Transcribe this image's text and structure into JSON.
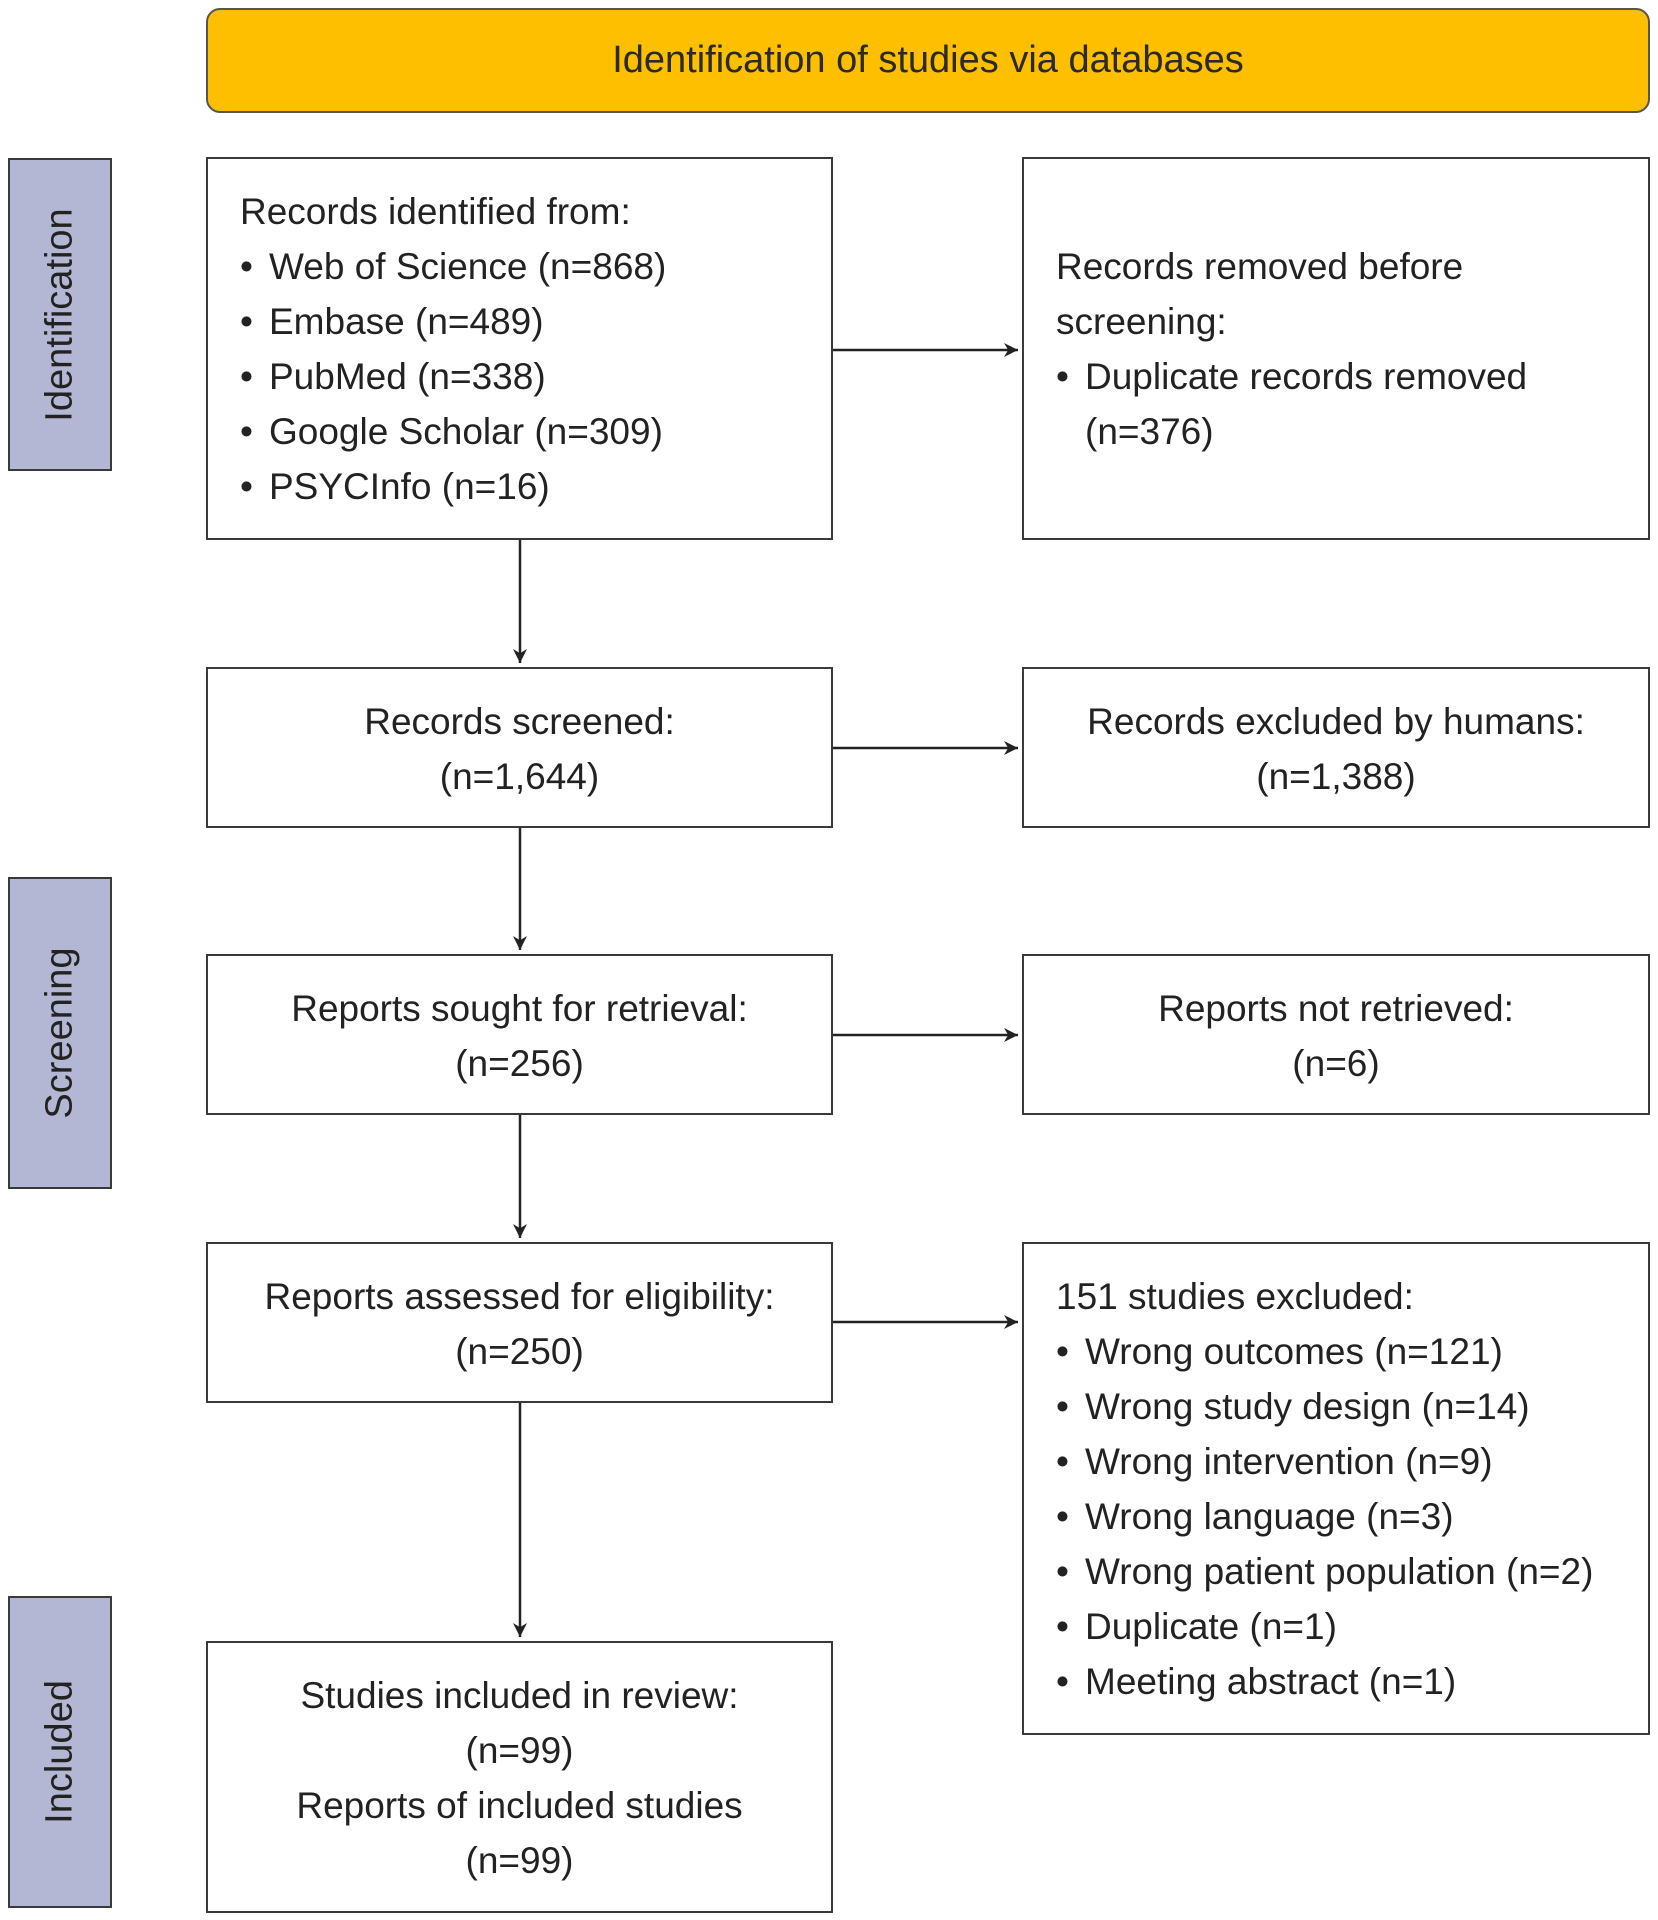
{
  "colors": {
    "banner": "#FDBF00",
    "stage_label": "#B3B7D4",
    "border": "#3a3a3a"
  },
  "header": {
    "title": "Identification of studies via databases"
  },
  "stages": {
    "identification": "Identification",
    "screening": "Screening",
    "included": "Included"
  },
  "identified": {
    "heading": "Records identified from:",
    "sources": [
      "Web of Science (n=868)",
      "Embase (n=489)",
      "PubMed (n=338)",
      "Google Scholar (n=309)",
      "PSYCInfo (n=16)"
    ]
  },
  "removed": {
    "line1": "Records removed before",
    "line2": "screening:",
    "bullet": "Duplicate records removed",
    "count": "(n=376)"
  },
  "screened": {
    "label": "Records screened:",
    "count": "(n=1,644)"
  },
  "excluded_humans": {
    "label": "Records excluded by humans:",
    "count": "(n=1,388)"
  },
  "sought": {
    "label": "Reports sought for retrieval:",
    "count": "(n=256)"
  },
  "not_retrieved": {
    "label": "Reports not retrieved:",
    "count": "(n=6)"
  },
  "assessed": {
    "label": "Reports assessed for eligibility:",
    "count": "(n=250)"
  },
  "studies_excluded": {
    "heading": "151 studies excluded:",
    "reasons": [
      "Wrong outcomes (n=121)",
      "Wrong study design (n=14)",
      "Wrong intervention (n=9)",
      "Wrong language (n=3)",
      "Wrong patient population (n=2)",
      "Duplicate (n=1)",
      "Meeting abstract (n=1)"
    ]
  },
  "included": {
    "studies_label": "Studies included in review:",
    "studies_count": "(n=99)",
    "reports_label": "Reports of included studies",
    "reports_count": "(n=99)"
  }
}
